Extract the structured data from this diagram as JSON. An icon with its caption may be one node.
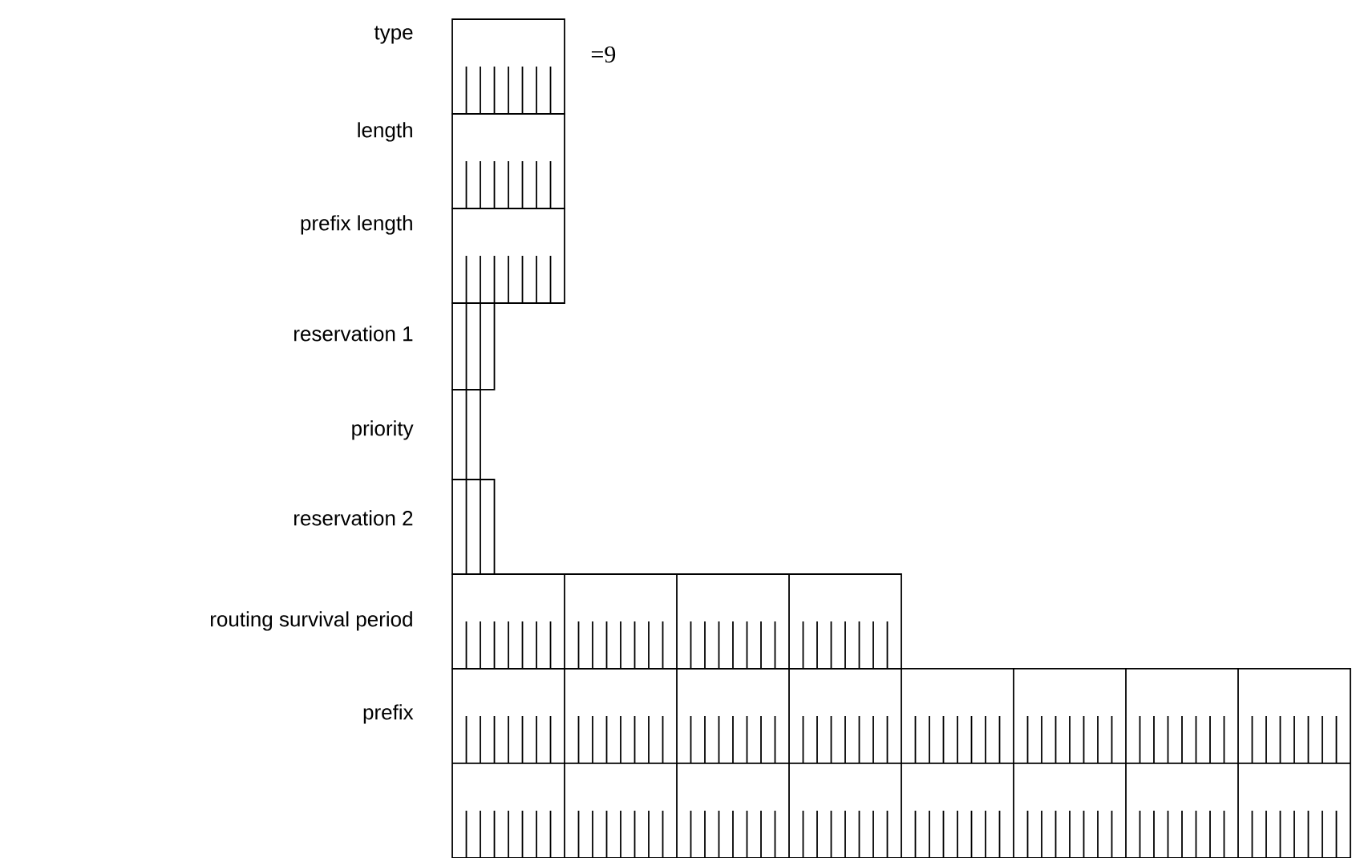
{
  "diagram": {
    "nodes": [
      {
        "text": [
          "type",
          "=9"
        ]
      },
      {
        "text": [
          "length"
        ]
      },
      {
        "text": [
          "prefix length"
        ]
      },
      {
        "text": [
          "reservation 1"
        ]
      },
      {
        "text": [
          "priority"
        ]
      },
      {
        "text": [
          "reservation 2"
        ]
      },
      {
        "text": [
          "routing survival period"
        ]
      },
      {
        "text": [
          "prefix"
        ]
      }
    ]
  }
}
